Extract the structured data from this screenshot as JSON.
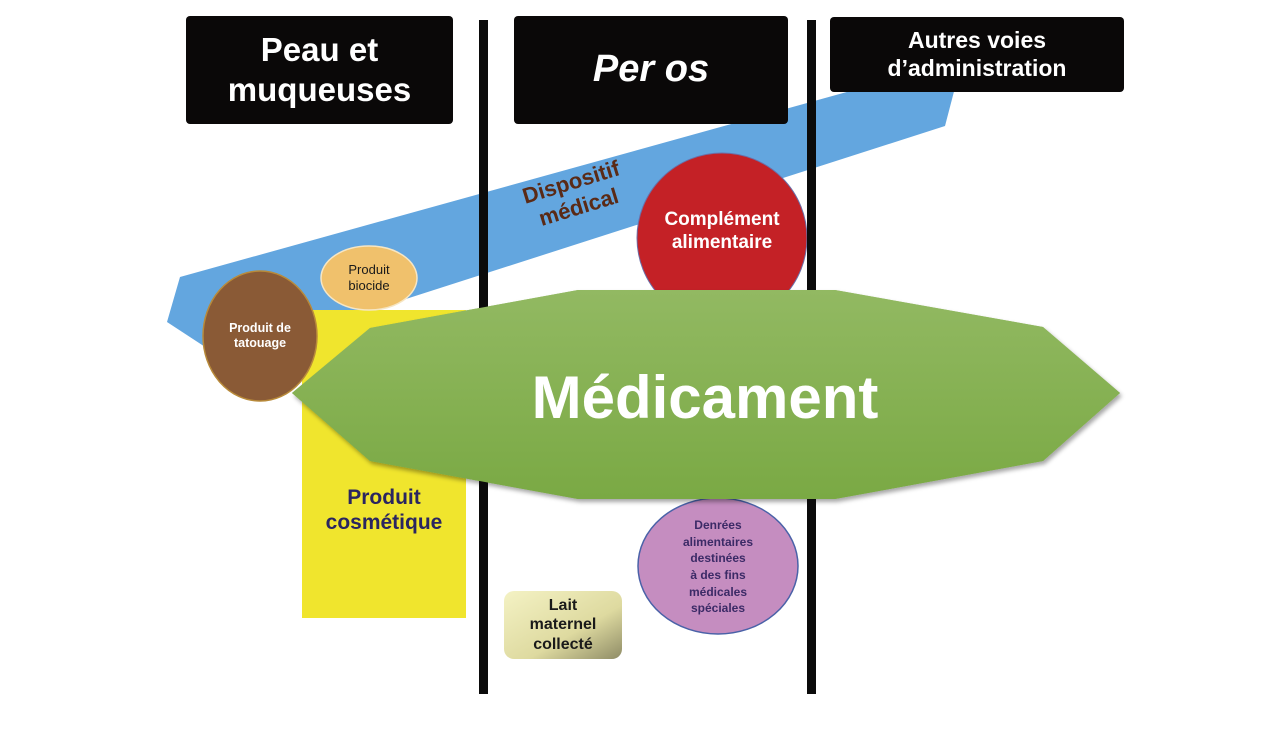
{
  "columns": [
    {
      "label": "Peau et\nmuqueuses"
    },
    {
      "label": "Per os"
    },
    {
      "label": "Autres voies\nd’administration"
    }
  ],
  "categories": {
    "dispositif_medical": {
      "label": "Dispositif\nmédical",
      "color": "#63a6df",
      "text_color": "#5a2a16"
    },
    "complement_alimentaire": {
      "label": "Complément\nalimentaire",
      "color": "#c42126",
      "text_color": "#ffffff"
    },
    "produit_biocide": {
      "label": "Produit\nbiocide",
      "color": "#f0c16c",
      "text_color": "#1a1a1a"
    },
    "produit_tatouage": {
      "label": "Produit de\ntatouage",
      "color": "#8a5a36",
      "text_color": "#ffffff"
    },
    "produit_cosmetique": {
      "label": "Produit\ncosmétique",
      "color": "#f0e52d",
      "text_color": "#2a2560"
    },
    "medicament": {
      "label": "Médicament",
      "color": "#84b050",
      "text_color": "#ffffff"
    },
    "denrees": {
      "label": "Denrées\nalimentaires\ndestinées\nà des fins\nmédicales\nspéciales",
      "color": "#c58dc0",
      "text_color": "#3b2a66"
    },
    "lait_maternel": {
      "label": "Lait\nmaternel\ncollecté",
      "color": "#e3e0a8",
      "text_color": "#1a1a1a"
    }
  }
}
